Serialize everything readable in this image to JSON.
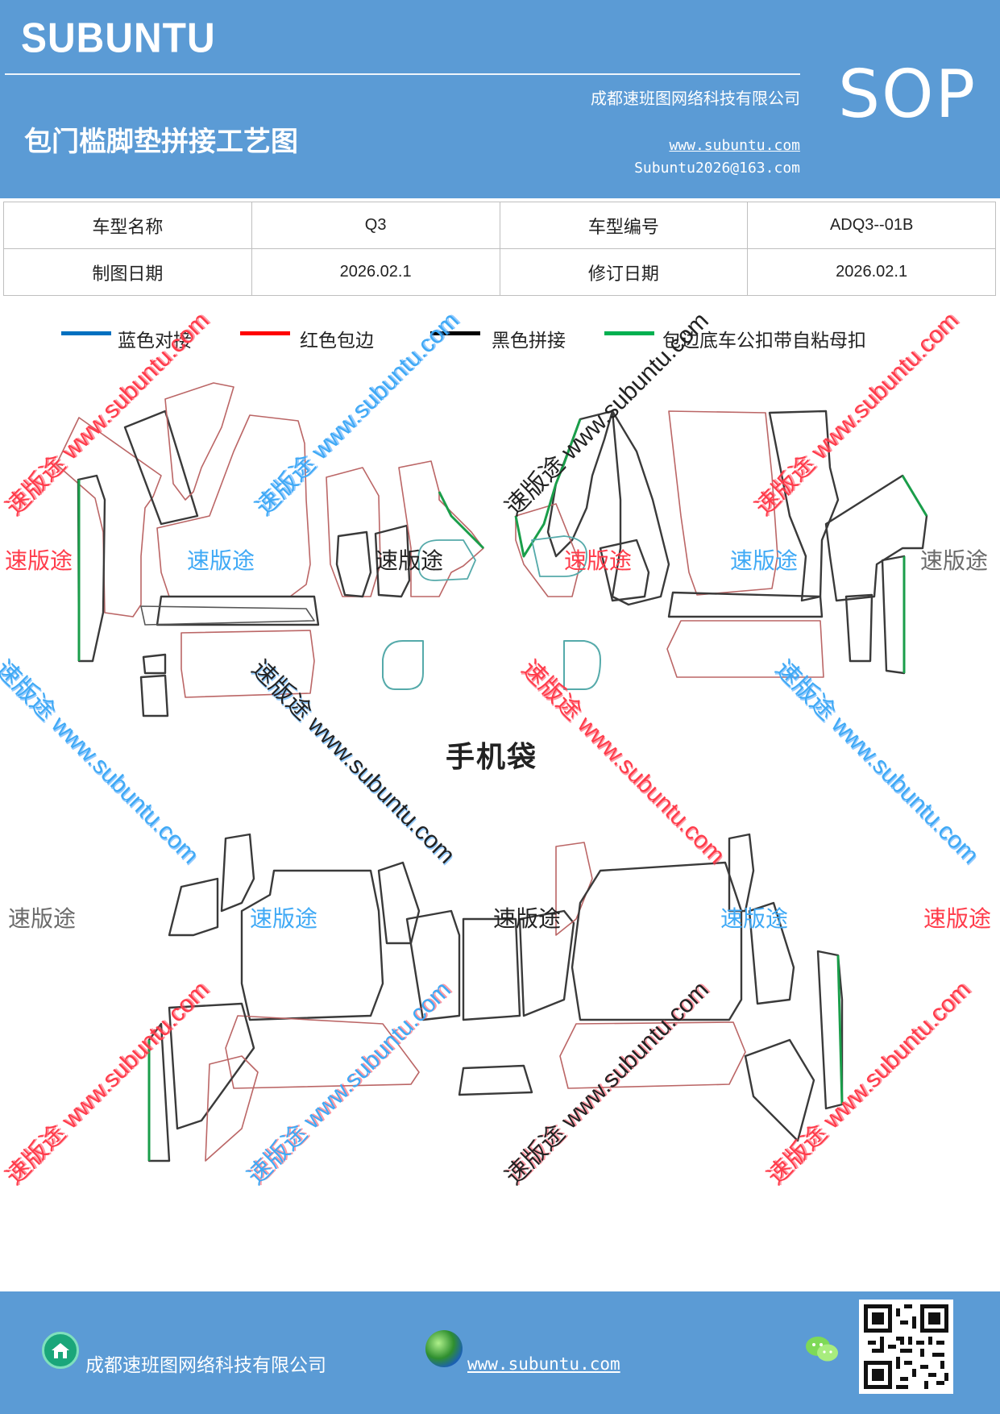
{
  "header": {
    "brand": "SUBUNTU",
    "company": "成都速班图网络科技有限公司",
    "title": "包门槛脚垫拼接工艺图",
    "url": "www.subuntu.com",
    "email": "Subuntu2026@163.com",
    "badge": "SOP"
  },
  "info": {
    "model_name_label": "车型名称",
    "model_name_value": "Q3",
    "model_code_label": "车型编号",
    "model_code_value": "ADQ3--01B",
    "draw_date_label": "制图日期",
    "draw_date_value": "2026.02.1",
    "revise_date_label": "修订日期",
    "revise_date_value": "2026.02.1"
  },
  "legend": [
    {
      "label": "蓝色对接",
      "color": "#0070c0"
    },
    {
      "label": "红色包边",
      "color": "#ff0000"
    },
    {
      "label": "黑色拼接",
      "color": "#000000"
    },
    {
      "label": "包边底车公扣带自粘母扣",
      "color": "#00b050"
    }
  ],
  "diagram": {
    "pocket_label": "手机袋",
    "mark_text": "速版途",
    "watermark_text": "速版途 www.subuntu.com"
  },
  "footer": {
    "company": "成都速班图网络科技有限公司",
    "url": "www.subuntu.com",
    "home_icon": "home-icon",
    "globe_icon": "globe-icon",
    "wechat_icon": "wechat-icon"
  }
}
